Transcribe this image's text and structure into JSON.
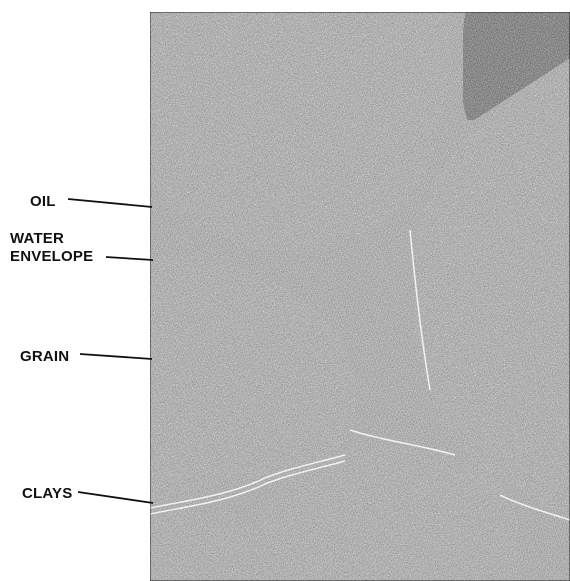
{
  "labels": {
    "oil": "OIL",
    "water_line1": "WATER",
    "water_line2": "ENVELOPE",
    "grain": "GRAIN",
    "clays": "CLAYS"
  },
  "colors": {
    "background": "#ffffff",
    "oil": "#1a1a1a",
    "grain_dark": "#3a3a3a",
    "grain_light": "#c8c8c8",
    "water_envelope": "#f2f2f2",
    "line": "#111111"
  }
}
